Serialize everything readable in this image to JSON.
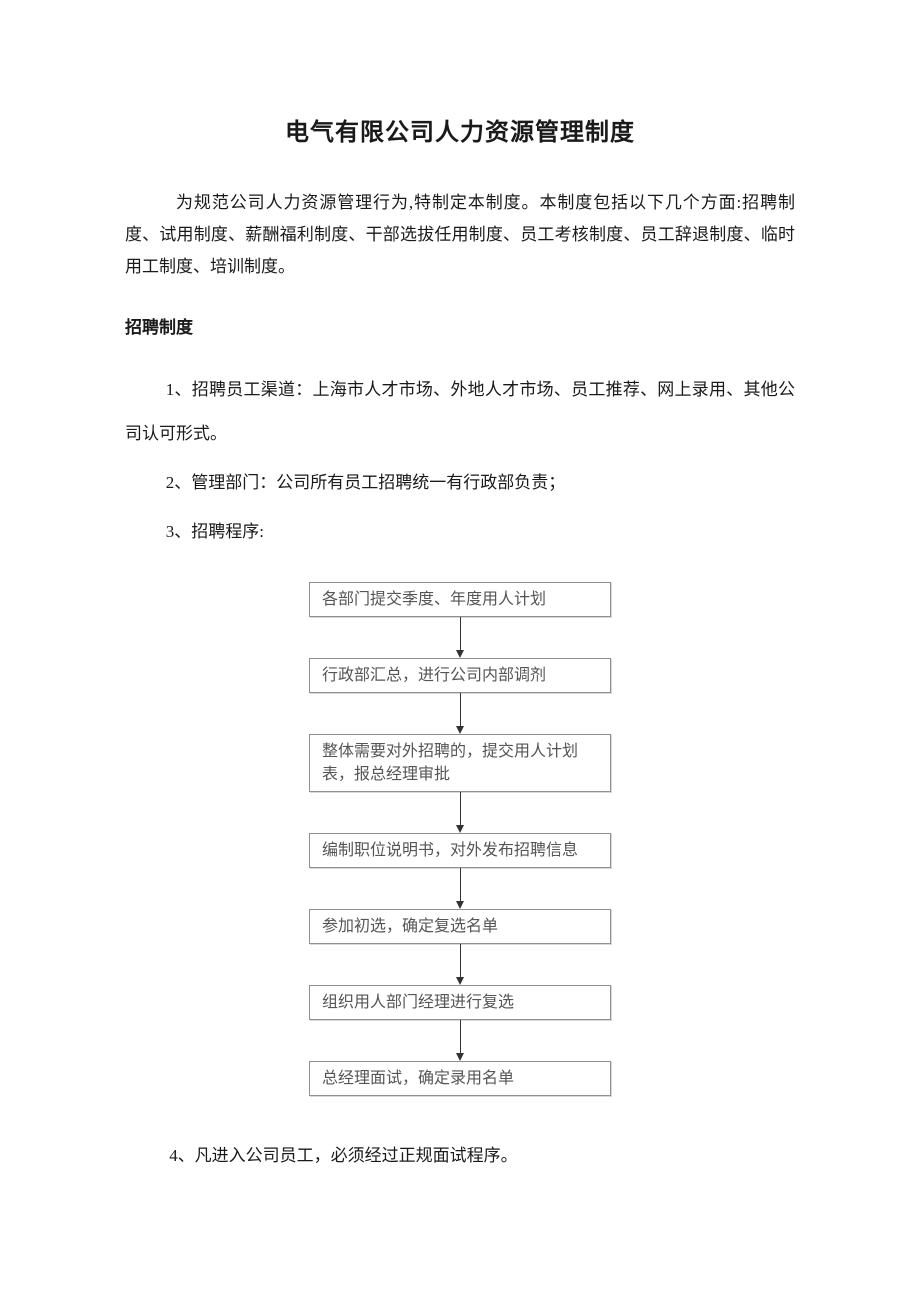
{
  "page": {
    "background": "#ffffff"
  },
  "colors": {
    "text": "#1a1a1a",
    "flow_box_border": "#8f8f8f",
    "flow_box_text": "#555555",
    "arrow": "#333333"
  },
  "document": {
    "title": "电气有限公司人力资源管理制度",
    "intro": "为规范公司人力资源管理行为,特制定本制度。本制度包括以下几个方面:招聘制度、试用制度、薪酬福利制度、干部选拔任用制度、员工考核制度、员工辞退制度、临时用工制度、培训制度。",
    "section_heading": "招聘制度",
    "items": [
      "1、招聘员工渠道：上海市人才市场、外地人才市场、员工推荐、网上录用、其他公司认可形式。",
      "2、管理部门：公司所有员工招聘统一有行政部负责；",
      "3、招聘程序:"
    ],
    "flowchart_steps": [
      "各部门提交季度、年度用人计划",
      "行政部汇总，进行公司内部调剂",
      "整体需要对外招聘的，提交用人计划表，报总经理审批",
      "编制职位说明书，对外发布招聘信息",
      "参加初选，确定复选名单",
      "组织用人部门经理进行复选",
      "总经理面试，确定录用名单"
    ],
    "closing_item": "4、凡进入公司员工，必须经过正规面试程序。"
  }
}
